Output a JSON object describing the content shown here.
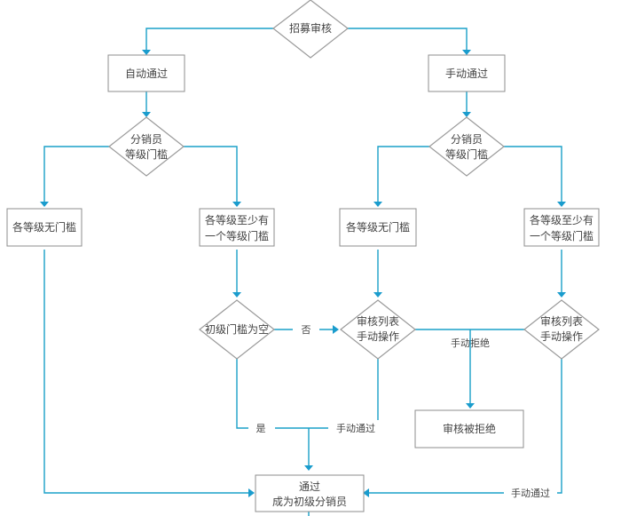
{
  "diagram": {
    "type": "flowchart",
    "colors": {
      "edge": "#1aa0c8",
      "node_border": "#8c8c8c",
      "text": "#444444"
    },
    "nodes": {
      "start": {
        "shape": "diamond",
        "lines": [
          "招募审核"
        ]
      },
      "auto": {
        "shape": "box",
        "lines": [
          "自动通过"
        ]
      },
      "manual": {
        "shape": "box",
        "lines": [
          "手动通过"
        ]
      },
      "auto_level": {
        "shape": "diamond",
        "lines": [
          "分销员",
          "等级门槛"
        ]
      },
      "manual_level": {
        "shape": "diamond",
        "lines": [
          "分销员",
          "等级门槛"
        ]
      },
      "auto_none": {
        "shape": "box",
        "lines": [
          "各等级无门槛"
        ]
      },
      "auto_some": {
        "shape": "box",
        "lines": [
          "各等级至少有",
          "一个等级门槛"
        ]
      },
      "manual_none": {
        "shape": "box",
        "lines": [
          "各等级无门槛"
        ]
      },
      "manual_some": {
        "shape": "box",
        "lines": [
          "各等级至少有",
          "一个等级门槛"
        ]
      },
      "primary_empty": {
        "shape": "diamond",
        "lines": [
          "初级门槛为空"
        ]
      },
      "review1": {
        "shape": "diamond",
        "lines": [
          "审核列表",
          "手动操作"
        ]
      },
      "review2": {
        "shape": "diamond",
        "lines": [
          "审核列表",
          "手动操作"
        ]
      },
      "rejected": {
        "shape": "box",
        "lines": [
          "审核被拒绝"
        ]
      },
      "passed": {
        "shape": "box",
        "lines": [
          "通过",
          "成为初级分销员"
        ]
      }
    },
    "edge_labels": {
      "no": "否",
      "yes": "是",
      "manual_pass_1": "手动通过",
      "manual_reject": "手动拒绝",
      "manual_pass_2": "手动通过"
    },
    "edges": [
      {
        "from": "start",
        "to": "auto"
      },
      {
        "from": "start",
        "to": "manual"
      },
      {
        "from": "auto",
        "to": "auto_level"
      },
      {
        "from": "manual",
        "to": "manual_level"
      },
      {
        "from": "auto_level",
        "to": "auto_none"
      },
      {
        "from": "auto_level",
        "to": "auto_some"
      },
      {
        "from": "manual_level",
        "to": "manual_none"
      },
      {
        "from": "manual_level",
        "to": "manual_some"
      },
      {
        "from": "auto_some",
        "to": "primary_empty"
      },
      {
        "from": "primary_empty",
        "to": "review1",
        "label": "否"
      },
      {
        "from": "primary_empty",
        "to": "passed",
        "label": "是"
      },
      {
        "from": "manual_none",
        "to": "review1"
      },
      {
        "from": "manual_some",
        "to": "review2"
      },
      {
        "from": "review1",
        "to": "passed",
        "label": "手动通过"
      },
      {
        "from": "review1",
        "to": "rejected",
        "label": "手动拒绝"
      },
      {
        "from": "review2",
        "to": "rejected",
        "label": "手动拒绝"
      },
      {
        "from": "review2",
        "to": "passed",
        "label": "手动通过"
      },
      {
        "from": "auto_none",
        "to": "passed"
      }
    ]
  }
}
